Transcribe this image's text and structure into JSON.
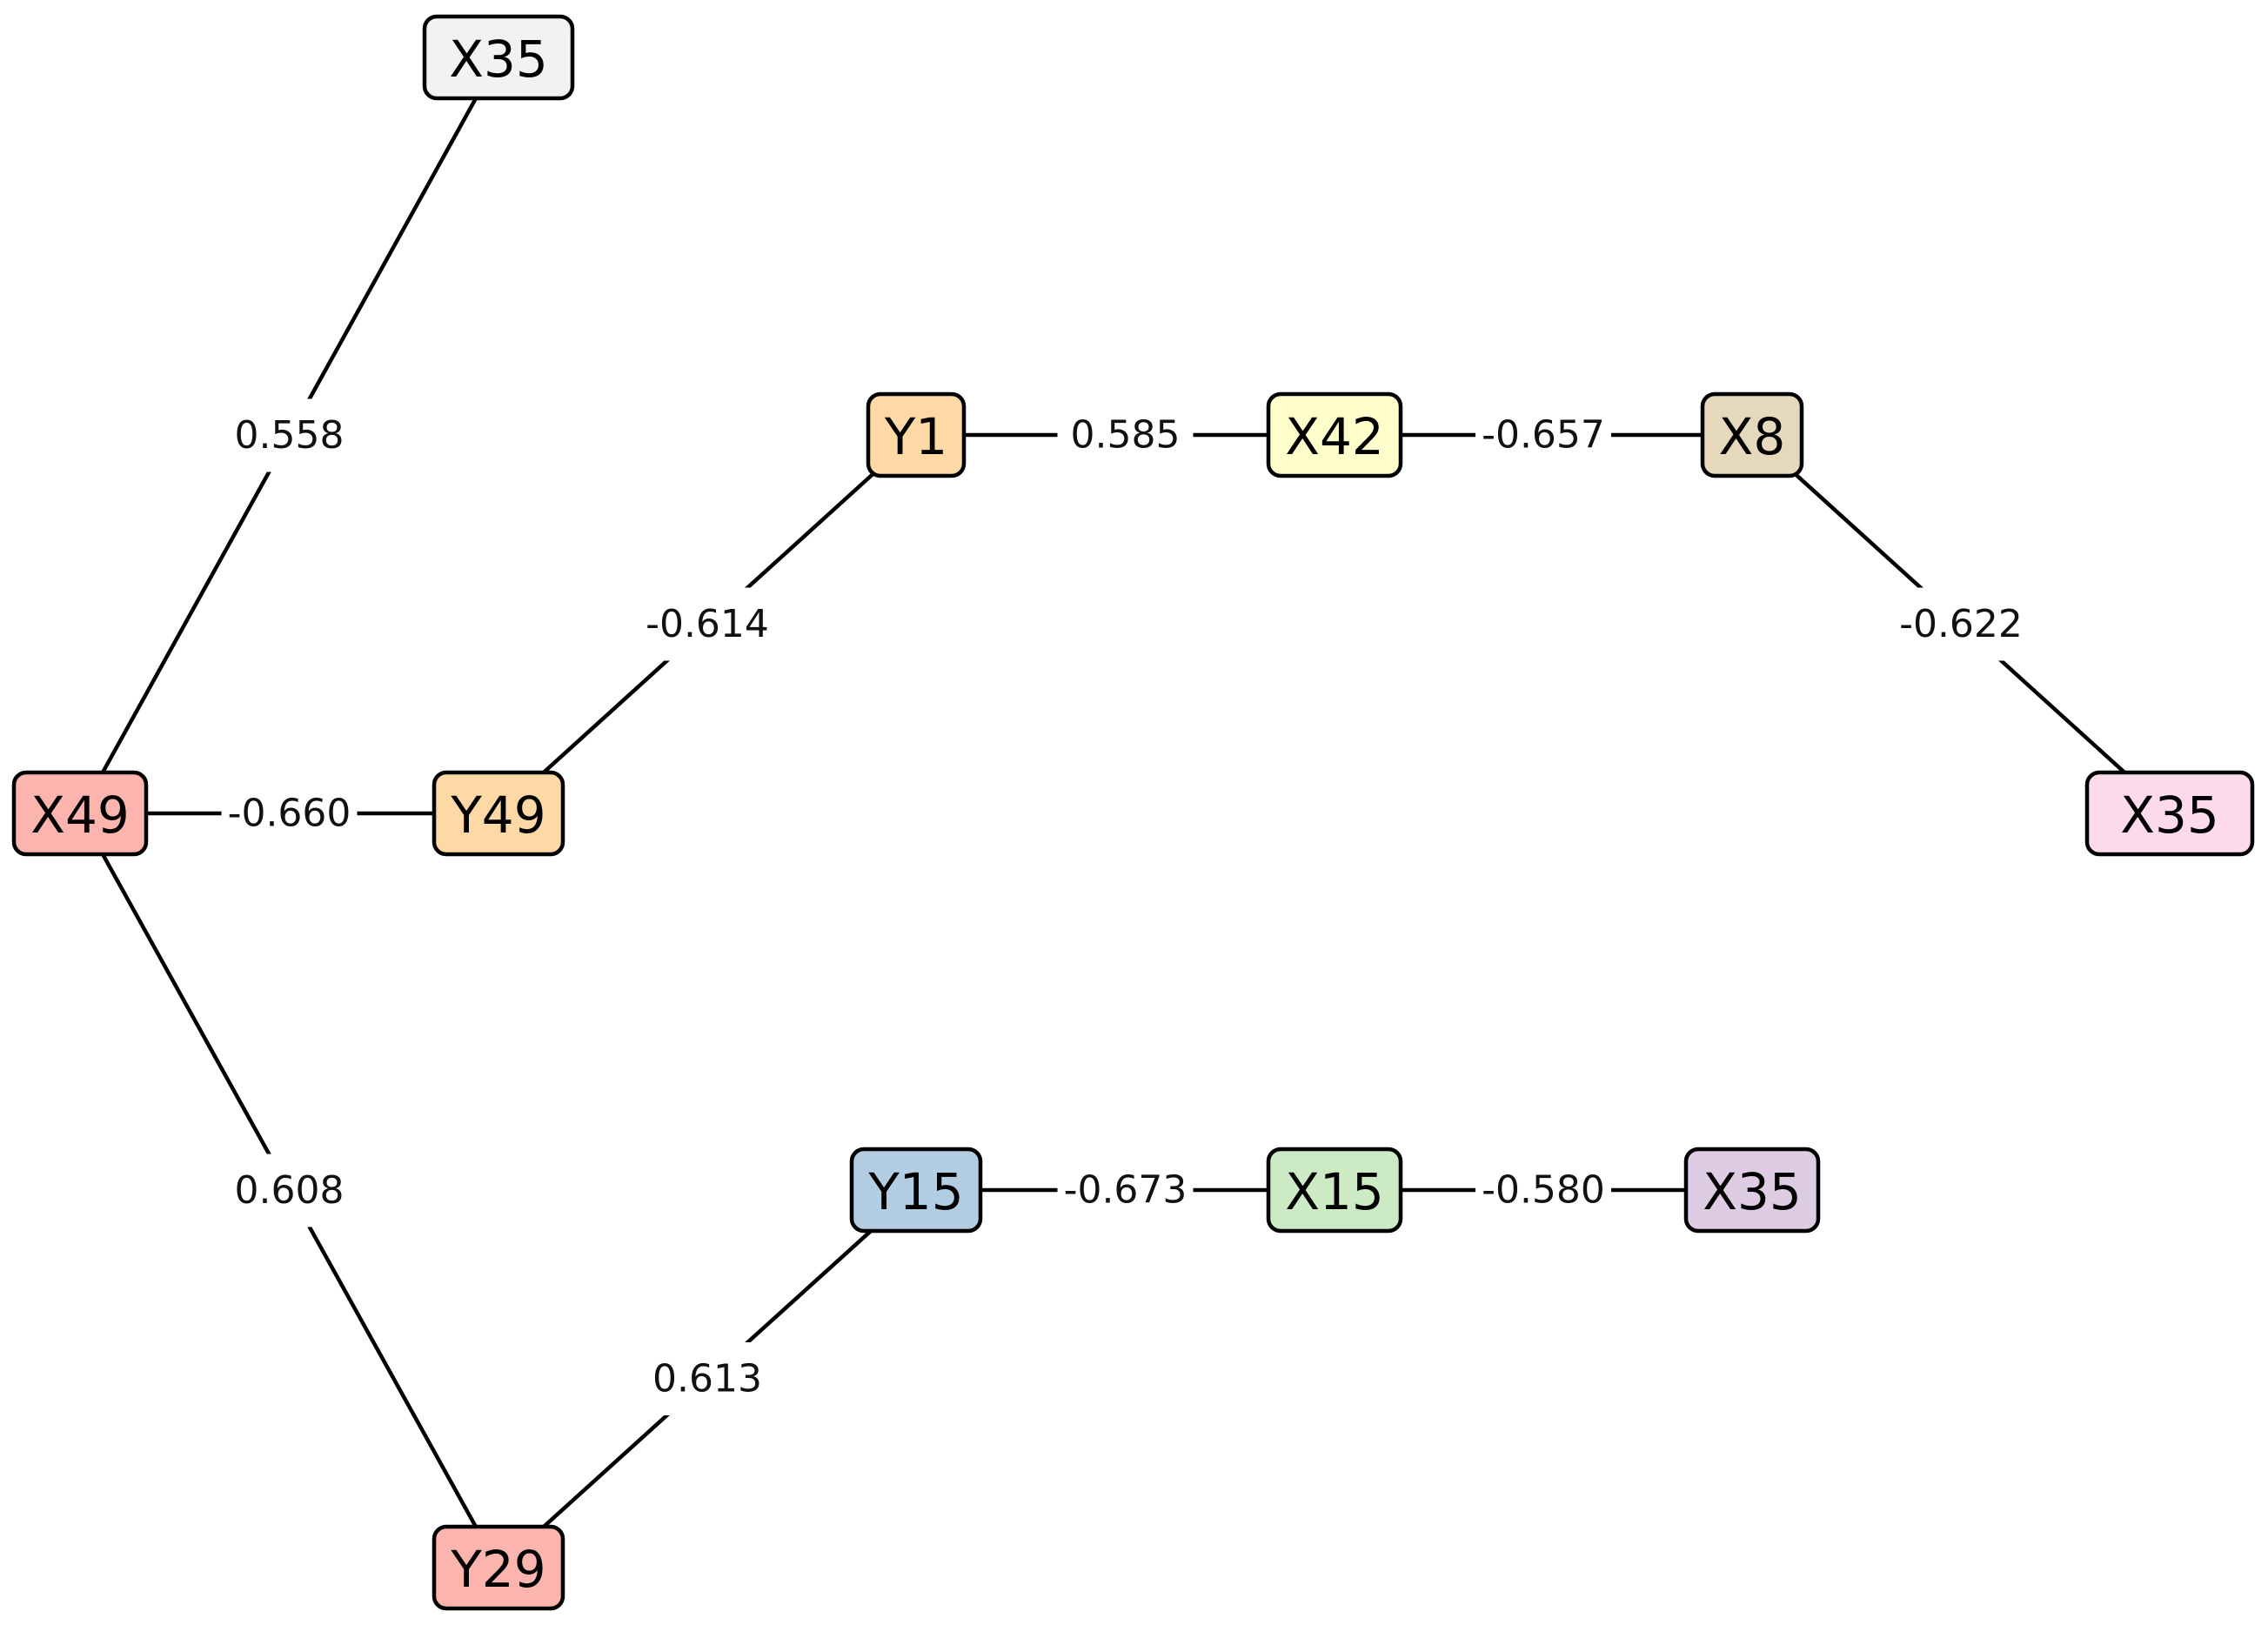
{
  "nodes": [
    {
      "id": "x35_top",
      "label": "X35",
      "color": "#f2f2f2"
    },
    {
      "id": "x49",
      "label": "X49",
      "color": "#fbb4ae"
    },
    {
      "id": "y49",
      "label": "Y49",
      "color": "#fed9a6"
    },
    {
      "id": "y29",
      "label": "Y29",
      "color": "#fbb4ae"
    },
    {
      "id": "y1",
      "label": "Y1",
      "color": "#fed9a6"
    },
    {
      "id": "x42",
      "label": "X42",
      "color": "#ffffcc"
    },
    {
      "id": "x8",
      "label": "X8",
      "color": "#e5d8bd"
    },
    {
      "id": "x35_right",
      "label": "X35",
      "color": "#fddaec"
    },
    {
      "id": "y15",
      "label": "Y15",
      "color": "#b3cde3"
    },
    {
      "id": "x15",
      "label": "X15",
      "color": "#ccebc5"
    },
    {
      "id": "x35_bot",
      "label": "X35",
      "color": "#decbe4"
    }
  ],
  "edges": [
    {
      "id": "e1",
      "source": "x49",
      "target": "x35_top",
      "label": "0.558"
    },
    {
      "id": "e2",
      "source": "x49",
      "target": "y49",
      "label": "-0.660"
    },
    {
      "id": "e3",
      "source": "x49",
      "target": "y29",
      "label": "0.608"
    },
    {
      "id": "e4",
      "source": "y49",
      "target": "y1",
      "label": "-0.614"
    },
    {
      "id": "e5",
      "source": "y1",
      "target": "x42",
      "label": "0.585"
    },
    {
      "id": "e6",
      "source": "x42",
      "target": "x8",
      "label": "-0.657"
    },
    {
      "id": "e7",
      "source": "x8",
      "target": "x35_right",
      "label": "-0.622"
    },
    {
      "id": "e8",
      "source": "y29",
      "target": "y15",
      "label": "0.613"
    },
    {
      "id": "e9",
      "source": "y15",
      "target": "x15",
      "label": "-0.673"
    },
    {
      "id": "e10",
      "source": "x15",
      "target": "x35_bot",
      "label": "-0.580"
    }
  ]
}
